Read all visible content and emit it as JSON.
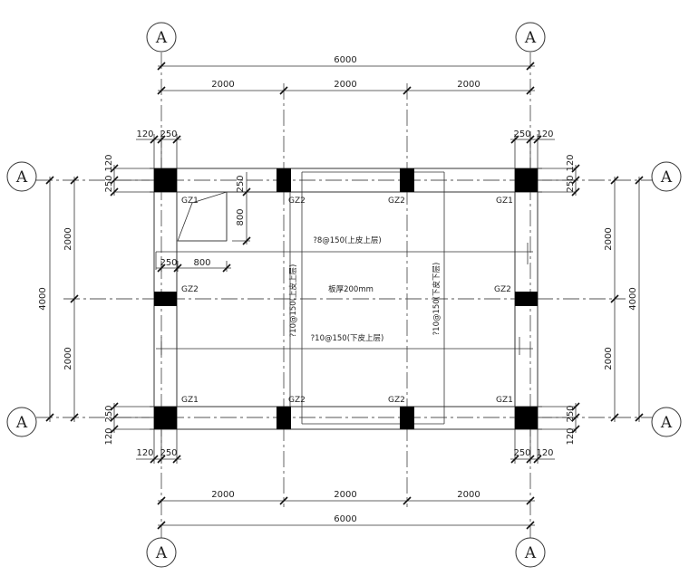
{
  "axis_label": "A",
  "dims": {
    "overall_x": "6000",
    "span": "2000",
    "overall_y": "4000",
    "edge_offset": "120",
    "column_size": "250",
    "opening": "800"
  },
  "columns": {
    "gz1": "GZ1",
    "gz2": "GZ2"
  },
  "notes": {
    "slab_thickness": "板厚200mm",
    "top_rebar_horizontal": "?8@150(上皮上层)",
    "bottom_rebar_horizontal": "?10@150(下皮上层)",
    "rebar_vertical_left": "?10@150(上皮上层)",
    "rebar_vertical_right": "?10@150(下皮下层)"
  }
}
